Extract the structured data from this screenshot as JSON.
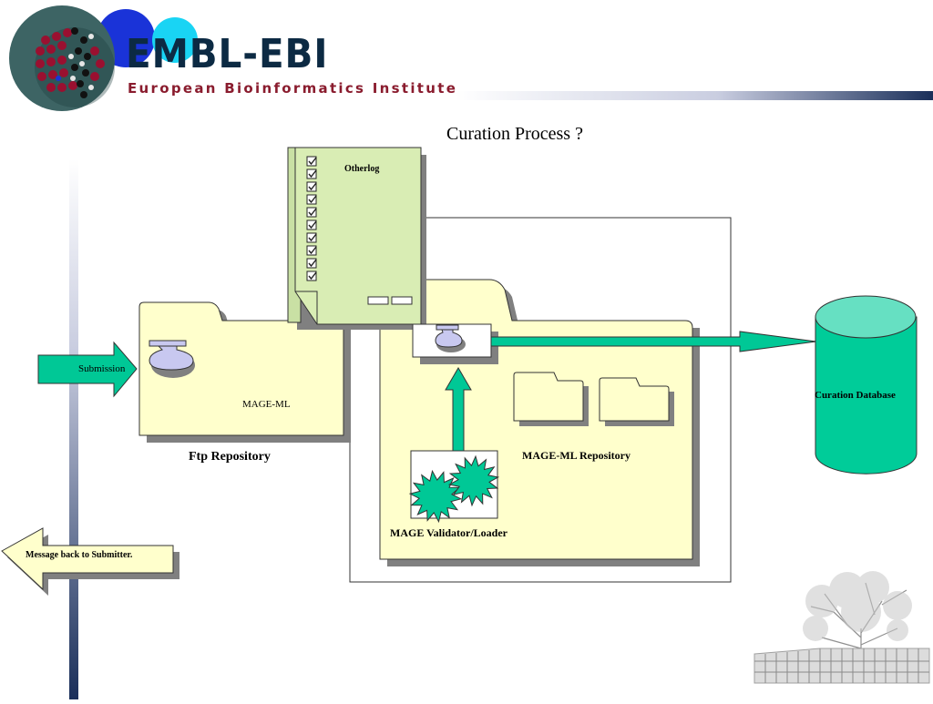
{
  "brand": {
    "name": "EMBL-EBI",
    "subtitle": "European Bioinformatics Institute"
  },
  "slide": {
    "title": "Curation Process ?"
  },
  "nodes": {
    "otherlog": "Otherlog",
    "submission": "Submission",
    "mage_ml": "MAGE-ML",
    "ftp_repository": "Ftp Repository",
    "mage_ml_repository": "MAGE-ML Repository",
    "mage_validator_loader": "MAGE Validator/Loader",
    "curation_database": "Curation Database",
    "message_back": "Message back to Submitter."
  },
  "colors": {
    "folder_fill": "#ffffcc",
    "log_fill": "#d9edb4",
    "arrow_green": "#00c896",
    "cylinder_fill": "#00cc99",
    "cylinder_top": "#66e0c2",
    "shadow": "#808080",
    "navy": "#1a2f5a"
  }
}
